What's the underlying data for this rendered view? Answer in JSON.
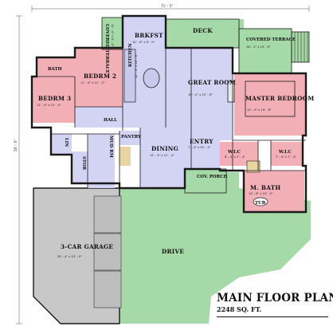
{
  "dimensions": {
    "overall_width": "71' - 5\"",
    "overall_depth": "50' - 0\""
  },
  "rooms": [
    {
      "id": "deck",
      "name": "DECK",
      "dim": ""
    },
    {
      "id": "covered-terrace-north",
      "name": "COVERED TERRACE",
      "dim": "12' - 0\" x 8' - 0\""
    },
    {
      "id": "covered-terrace-east",
      "name": "COVERED TERRACE",
      "dim": "16' - 2\" x 10' - 6\""
    },
    {
      "id": "brkfst",
      "name": "BRKFST",
      "dim": "10' - 6\" x 8' - 0\""
    },
    {
      "id": "kitchen",
      "name": "KITCHEN",
      "dim": "12' - 4\" x 13' - 8\""
    },
    {
      "id": "great-room",
      "name": "GREAT ROOM",
      "dim": "18' - 0\" x 19' - 8\""
    },
    {
      "id": "master-bedroom",
      "name": "MASTER BEDROOM",
      "dim": "14' - 0\" x 19' - 8\""
    },
    {
      "id": "bath",
      "name": "BATH",
      "dim": ""
    },
    {
      "id": "bedrm-2",
      "name": "BEDRM 2",
      "dim": "11' - 0\" x 12' - 0\""
    },
    {
      "id": "bedrm-3",
      "name": "BEDRM 3",
      "dim": "11' - 0\" x 12' - 0\""
    },
    {
      "id": "hall",
      "name": "HALL",
      "dim": ""
    },
    {
      "id": "lin",
      "name": "LIN",
      "dim": ""
    },
    {
      "id": "stor",
      "name": "STOR",
      "dim": ""
    },
    {
      "id": "mud-rm",
      "name": "MUD RM",
      "dim": ""
    },
    {
      "id": "pantry",
      "name": "PANTRY",
      "dim": ""
    },
    {
      "id": "dining",
      "name": "DINING",
      "dim": "12' - 4\" x 12' - 4\""
    },
    {
      "id": "entry",
      "name": "ENTRY",
      "dim": "7' - 4\" x 10' - 4\""
    },
    {
      "id": "wic-left",
      "name": "W.I.C",
      "dim": "8' - 4\" x 7' - 4\""
    },
    {
      "id": "wic-right",
      "name": "W.I.C",
      "dim": "7' - 4\" x 7' - 4\""
    },
    {
      "id": "cov-porch",
      "name": "COV. PORCH",
      "dim": ""
    },
    {
      "id": "m-bath",
      "name": "M. BATH",
      "dim": "13' - 6\" x 10' - 0\""
    },
    {
      "id": "tub",
      "name": "TUB",
      "dim": ""
    },
    {
      "id": "garage",
      "name": "3-CAR GARAGE",
      "dim": "39' - 4\" x 23' - 0\""
    },
    {
      "id": "drive",
      "name": "DRIVE",
      "dim": ""
    }
  ],
  "title": "MAIN FLOOR PLAN",
  "area": "2248 SQ. FT.",
  "colors": {
    "lavender": "#d3d3f4",
    "pink": "#f2b0b6",
    "green": "#a6d9a8",
    "gray": "#c8c8c8",
    "tan": "#e7d6a1",
    "wall": "#1a1a1a"
  }
}
